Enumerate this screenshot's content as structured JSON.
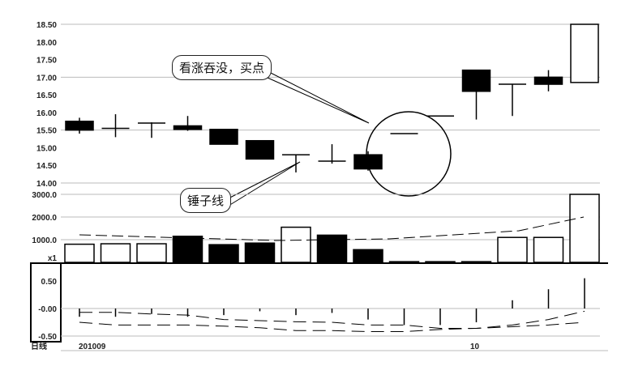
{
  "chart_data": [
    {
      "type": "candlestick",
      "title": "",
      "yticks": [
        "18.50",
        "18.00",
        "17.50",
        "17.00",
        "16.50",
        "16.00",
        "15.50",
        "15.00",
        "14.50",
        "14.00"
      ],
      "ylim": [
        14.0,
        18.5
      ],
      "candles": [
        {
          "o": 15.75,
          "c": 15.5,
          "h": 15.85,
          "l": 15.4
        },
        {
          "o": 15.55,
          "c": 15.55,
          "h": 15.95,
          "l": 15.3
        },
        {
          "o": 15.7,
          "c": 15.7,
          "h": 15.72,
          "l": 15.28
        },
        {
          "o": 15.62,
          "c": 15.52,
          "h": 15.9,
          "l": 15.48
        },
        {
          "o": 15.52,
          "c": 15.1,
          "h": 15.52,
          "l": 15.1
        },
        {
          "o": 15.2,
          "c": 14.68,
          "h": 15.2,
          "l": 14.68
        },
        {
          "o": 14.8,
          "c": 14.8,
          "h": 14.8,
          "l": 14.3
        },
        {
          "o": 14.62,
          "c": 14.62,
          "h": 15.1,
          "l": 14.55
        },
        {
          "o": 14.8,
          "c": 14.4,
          "h": 14.9,
          "l": 14.35
        },
        {
          "o": 15.4,
          "c": 15.4,
          "h": 15.4,
          "l": 15.4
        },
        {
          "o": 15.9,
          "c": 15.9,
          "h": 15.9,
          "l": 15.9
        },
        {
          "o": 17.2,
          "c": 16.6,
          "h": 17.2,
          "l": 15.8
        },
        {
          "o": 16.8,
          "c": 16.8,
          "h": 16.8,
          "l": 15.9
        },
        {
          "o": 17.0,
          "c": 16.8,
          "h": 17.2,
          "l": 16.6
        },
        {
          "o": 16.85,
          "c": 18.5,
          "h": 18.5,
          "l": 16.85
        }
      ],
      "annotations": [
        "看涨吞没，买点",
        "锤子线"
      ]
    },
    {
      "type": "bar",
      "yticks": [
        "3000.0",
        "2000.0",
        "1000.0",
        "x1"
      ],
      "ylim": [
        0,
        3000
      ],
      "values": [
        800,
        820,
        820,
        1150,
        780,
        850,
        1550,
        1200,
        560,
        30,
        30,
        30,
        1100,
        1100,
        3000
      ],
      "filled": [
        false,
        false,
        false,
        true,
        true,
        true,
        false,
        true,
        true,
        true,
        true,
        false,
        false,
        false,
        false
      ]
    },
    {
      "type": "macd",
      "yticks": [
        "0.50",
        "-0.00",
        "-0.50"
      ],
      "ylim": [
        -0.55,
        0.75
      ],
      "hist": [
        -0.15,
        -0.15,
        -0.1,
        -0.15,
        -0.12,
        -0.05,
        -0.12,
        -0.08,
        -0.2,
        -0.3,
        -0.3,
        -0.25,
        0.15,
        0.35,
        0.55
      ],
      "dif": [
        -0.07,
        -0.07,
        -0.1,
        -0.12,
        -0.2,
        -0.22,
        -0.24,
        -0.25,
        -0.3,
        -0.3,
        -0.36,
        -0.36,
        -0.3,
        -0.2,
        -0.05
      ],
      "dea": [
        -0.25,
        -0.3,
        -0.3,
        -0.3,
        -0.32,
        -0.35,
        -0.4,
        -0.4,
        -0.42,
        -0.42,
        -0.38,
        -0.36,
        -0.33,
        -0.3,
        -0.25
      ]
    }
  ],
  "xlabels": [
    "201009",
    "10"
  ],
  "corner_label": "日线"
}
